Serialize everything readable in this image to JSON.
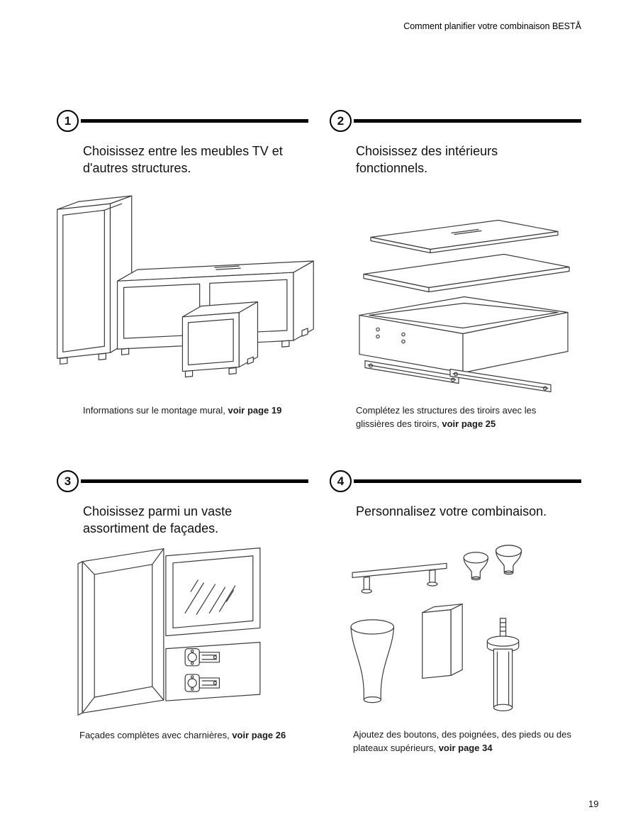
{
  "header": {
    "title": "Comment planifier votre combinaison BESTÅ"
  },
  "footer": {
    "page_number": "19"
  },
  "sections": [
    {
      "number": "1",
      "heading_line1": "Choisissez entre les meubles TV et",
      "heading_line2": "d'autres structures.",
      "caption_text": "Informations sur le montage mural, ",
      "caption_bold": "voir page 19",
      "illustration": "besta-frames"
    },
    {
      "number": "2",
      "heading_line1": "Choisissez des intérieurs",
      "heading_line2": "fonctionnels.",
      "caption_text": "Complétez les structures des tiroirs avec les glissières des tiroirs, ",
      "caption_bold": "voir page 25",
      "illustration": "drawer-and-slides"
    },
    {
      "number": "3",
      "heading_line1": "Choisissez parmi un vaste",
      "heading_line2": "assortiment de façades.",
      "caption_text": "Façades complètes avec charnières, ",
      "caption_bold": "voir page 26",
      "illustration": "fronts-and-hinges"
    },
    {
      "number": "4",
      "heading_line1": "Personnalisez votre combinaison.",
      "heading_line2": "",
      "caption_text": "Ajoutez des boutons, des poignées, des pieds ou des plateaux supérieurs, ",
      "caption_bold": "voir page 34",
      "illustration": "knobs-handles-legs"
    }
  ]
}
